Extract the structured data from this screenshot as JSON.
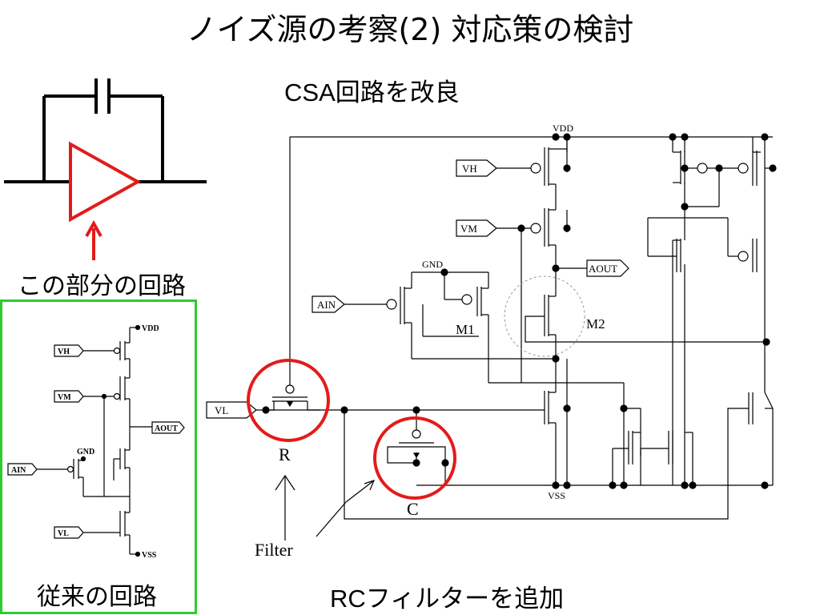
{
  "slide": {
    "title": "ノイズ源の考察(2) 対応策の検討",
    "subtitle": "CSA回路を改良",
    "part_label": "この部分の回路",
    "conventional_label": "従来の回路",
    "bottom_label": "RCフィルターを追加"
  },
  "old_circuit": {
    "vdd": "VDD",
    "vh": "VH",
    "vm": "VM",
    "aout": "AOUT",
    "gnd": "GND",
    "ain": "AIN",
    "vl": "VL",
    "vss": "VSS"
  },
  "new_circuit": {
    "vdd": "VDD",
    "vss": "VSS",
    "vh": "VH",
    "vm": "VM",
    "aout": "AOUT",
    "gnd": "GND",
    "ain": "AIN",
    "vl": "VL",
    "m1": "M1",
    "m2": "M2",
    "r": "R",
    "c": "C",
    "filter": "Filter"
  },
  "colors": {
    "highlight_red": "#e31b1b",
    "box_green": "#2ecc2e"
  }
}
